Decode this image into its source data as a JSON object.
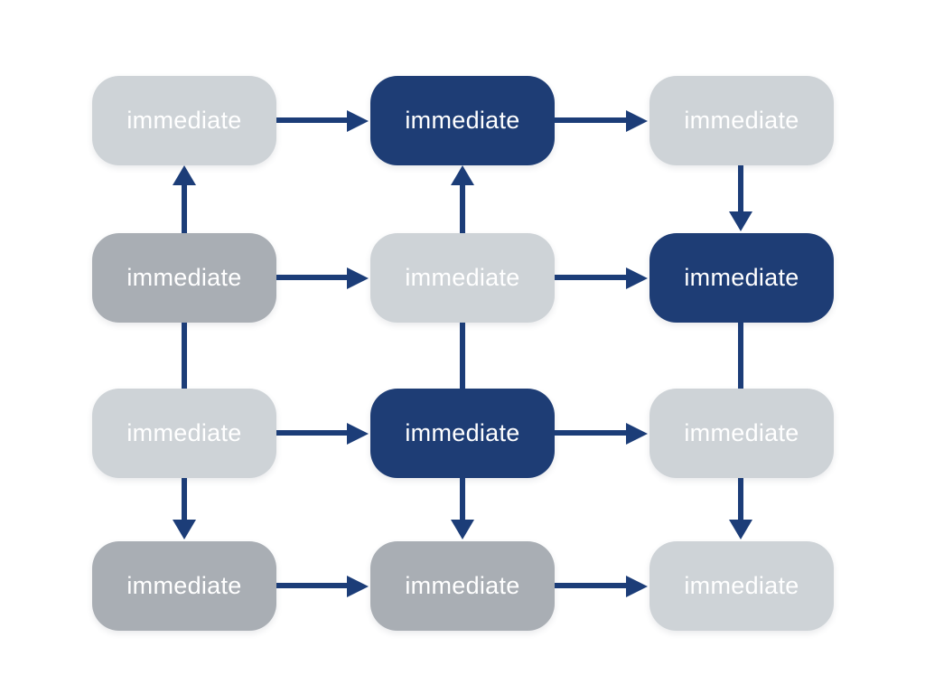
{
  "colors": {
    "background": "#ffffff",
    "node-dark": "#1e3d75",
    "node-light": "#ced3d7",
    "node-medium": "#a9aeb4",
    "arrow": "#1c3d78",
    "node-text": "#ffffff"
  },
  "nodes": [
    {
      "id": "r1c1",
      "label": "immediate",
      "variant": "light"
    },
    {
      "id": "r1c2",
      "label": "immediate",
      "variant": "dark"
    },
    {
      "id": "r1c3",
      "label": "immediate",
      "variant": "light"
    },
    {
      "id": "r2c1",
      "label": "immediate",
      "variant": "medium"
    },
    {
      "id": "r2c2",
      "label": "immediate",
      "variant": "light"
    },
    {
      "id": "r2c3",
      "label": "immediate",
      "variant": "dark"
    },
    {
      "id": "r3c1",
      "label": "immediate",
      "variant": "light"
    },
    {
      "id": "r3c2",
      "label": "immediate",
      "variant": "dark"
    },
    {
      "id": "r3c3",
      "label": "immediate",
      "variant": "light"
    },
    {
      "id": "r4c1",
      "label": "immediate",
      "variant": "medium"
    },
    {
      "id": "r4c2",
      "label": "immediate",
      "variant": "medium"
    },
    {
      "id": "r4c3",
      "label": "immediate",
      "variant": "light"
    }
  ],
  "edges": [
    {
      "from": "r1c1",
      "to": "r1c2",
      "direction": "right",
      "arrowhead": true
    },
    {
      "from": "r1c2",
      "to": "r1c3",
      "direction": "right",
      "arrowhead": true
    },
    {
      "from": "r2c1",
      "to": "r2c2",
      "direction": "right",
      "arrowhead": true
    },
    {
      "from": "r2c2",
      "to": "r2c3",
      "direction": "right",
      "arrowhead": true
    },
    {
      "from": "r3c1",
      "to": "r3c2",
      "direction": "right",
      "arrowhead": true
    },
    {
      "from": "r3c2",
      "to": "r3c3",
      "direction": "right",
      "arrowhead": true
    },
    {
      "from": "r4c1",
      "to": "r4c2",
      "direction": "right",
      "arrowhead": true
    },
    {
      "from": "r4c2",
      "to": "r4c3",
      "direction": "right",
      "arrowhead": true
    },
    {
      "from": "r2c1",
      "to": "r1c1",
      "direction": "up",
      "arrowhead": true
    },
    {
      "from": "r2c2",
      "to": "r1c2",
      "direction": "up",
      "arrowhead": true
    },
    {
      "from": "r1c3",
      "to": "r2c3",
      "direction": "down",
      "arrowhead": true
    },
    {
      "from": "r2c1",
      "to": "r3c1",
      "direction": "down",
      "arrowhead": false
    },
    {
      "from": "r2c2",
      "to": "r3c2",
      "direction": "down",
      "arrowhead": false
    },
    {
      "from": "r2c3",
      "to": "r3c3",
      "direction": "down",
      "arrowhead": false
    },
    {
      "from": "r3c1",
      "to": "r4c1",
      "direction": "down",
      "arrowhead": true
    },
    {
      "from": "r3c2",
      "to": "r4c2",
      "direction": "down",
      "arrowhead": true
    },
    {
      "from": "r3c3",
      "to": "r4c3",
      "direction": "down",
      "arrowhead": true
    }
  ]
}
